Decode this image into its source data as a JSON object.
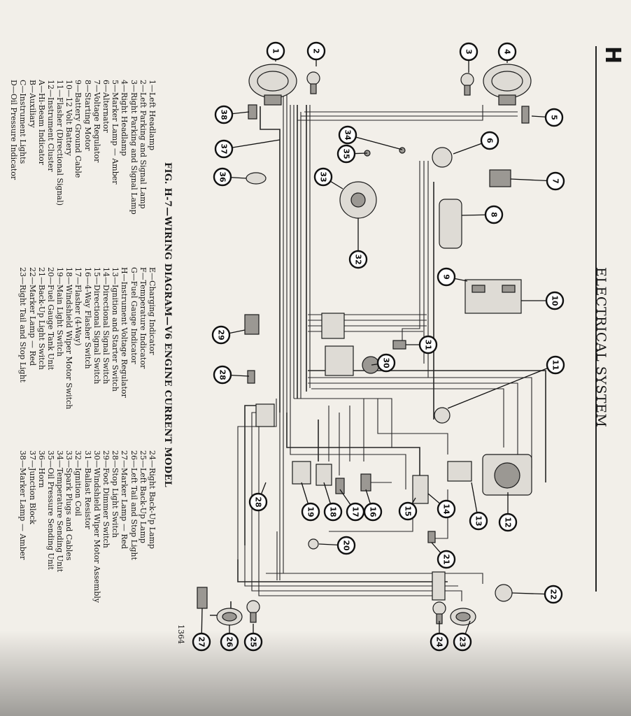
{
  "header": {
    "section_letter": "H",
    "section_title": "ELECTRICAL SYSTEM"
  },
  "figure": {
    "caption": "FIG. H-7—WIRING DIAGRAM—V6 ENGINE CURRENT MODEL",
    "page_number": "1364"
  },
  "legend": {
    "col1": [
      "1—Left Headlamp",
      "2—Left Parking and Signal Lamp",
      "3—Right Parking and Signal Lamp",
      "4—Right Headlamp",
      "5—Marker Lamp — Amber",
      "6—Alternator",
      "7—Voltage Regulator",
      "8—Starting Motor",
      "9—Battery Ground Cable",
      "10—12 Volt Battery",
      "11—Flasher (Directional Signal)",
      "12—Instrument Cluster",
      "A—Hi-Beam Indicator",
      "B—Auxiliary",
      "C—Instrument Lights",
      "D—Oil Pressure Indicator"
    ],
    "col2": [
      "E—Charging Indicator",
      "F—Temperature Indicator",
      "G—Fuel Gauge Indicator",
      "H—Instrument Voltage Regulator",
      "13—Ignition and Starter Switch",
      "14—Directional Signal Switch",
      "15—Directional Signal Switch",
      "16—4-Way Flasher Switch",
      "17—Flasher (4-Way)",
      "18—Windshield Wiper Motor Switch",
      "19—Main Light Switch",
      "20—Fuel Gauge Tank Unit",
      "21—Back-Up Light Switch",
      "22—Marker Lamp — Red",
      "23—Right Tail and Stop Light"
    ],
    "col3": [
      "24—Right Back-Up Lamp",
      "25—Left Back-Up Lamp",
      "26—Left Tail and Stop Light",
      "27—Marker Lamp — Red",
      "28—Stop Light Switch",
      "29—Foot Dimmer Switch",
      "30—Windshield Wiper Motor Assembly",
      "31—Ballast Resistor",
      "32—Ignition Coil",
      "33—Spark Plugs and Cables",
      "34—Temperature Sending Unit",
      "35—Oil Pressure Sending Unit",
      "36—Horn",
      "37—Junction Block",
      "38—Marker Lamp — Amber"
    ]
  },
  "callouts": [
    "1",
    "2",
    "3",
    "4",
    "5",
    "6",
    "7",
    "8",
    "9",
    "10",
    "11",
    "12",
    "13",
    "14",
    "15",
    "16",
    "17",
    "18",
    "19",
    "20",
    "21",
    "22",
    "23",
    "24",
    "25",
    "26",
    "27",
    "28",
    "28",
    "29",
    "30",
    "31",
    "32",
    "33",
    "34",
    "35",
    "36",
    "37",
    "38"
  ]
}
